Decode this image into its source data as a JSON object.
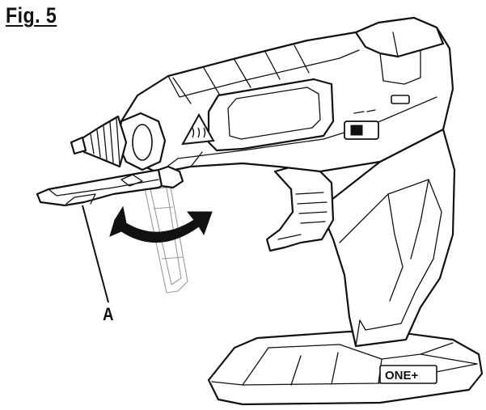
{
  "figure": {
    "title": "Fig. 5",
    "callout": "A",
    "brand_logo_text": "ONE+"
  },
  "icons": {
    "warning": "hot-surface-warning-icon",
    "rotation": "rotation-arrow-icon"
  }
}
